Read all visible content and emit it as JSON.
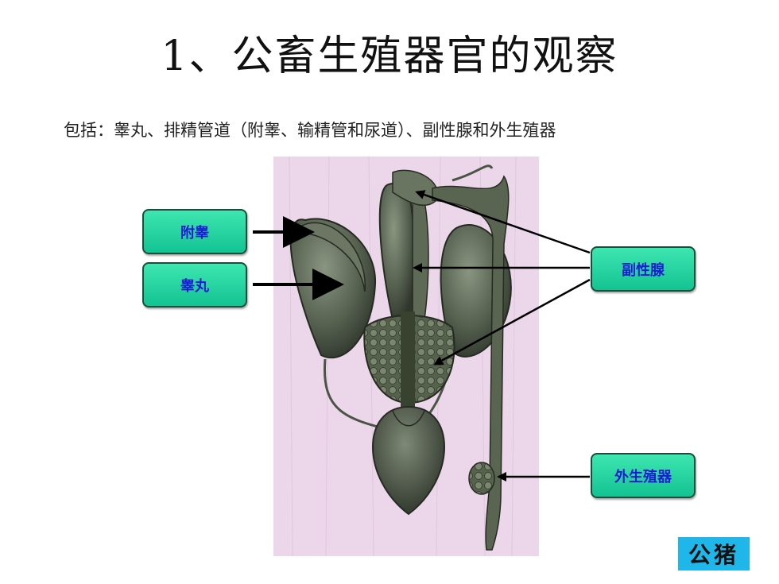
{
  "title": "1、公畜生殖器官的观察",
  "subtitle": "包括：睾丸、排精管道（附睾、输精管和尿道）、副性腺和外生殖器",
  "labels": {
    "epididymis": "附睾",
    "testis": "睾丸",
    "accessory_glands": "副性腺",
    "external_genitalia": "外生殖器"
  },
  "badge": "公猪",
  "colors": {
    "label_fill": "#26d6a2",
    "label_text": "#1b1bd6",
    "badge_fill": "#1fb6ea",
    "figure_background": "#ecd7ea",
    "organ_tone": "#4d5a47"
  }
}
